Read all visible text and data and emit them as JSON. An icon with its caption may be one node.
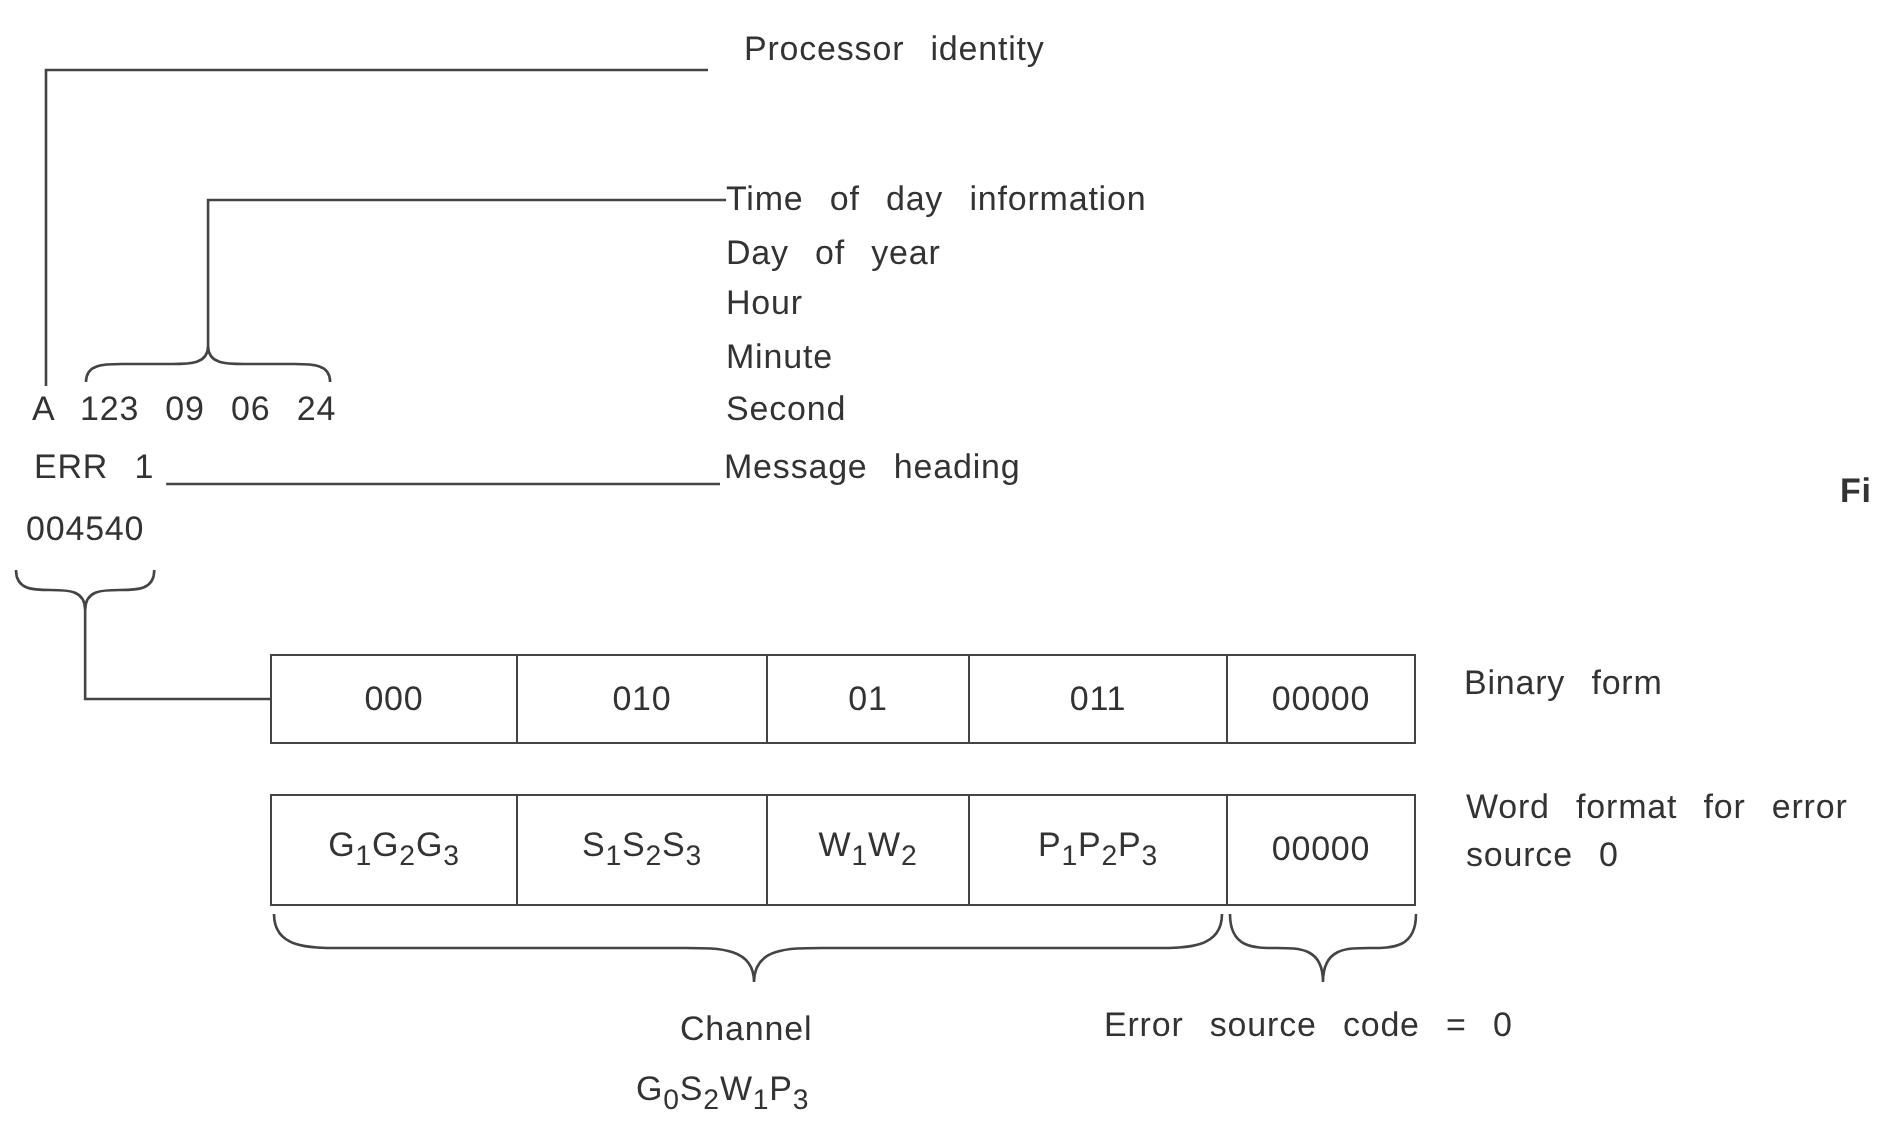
{
  "diagram": {
    "nodes": [
      {
        "text": [
          "Processor identity"
        ]
      },
      {
        "text": [
          "Time of day information"
        ]
      },
      {
        "text": [
          "Message heading"
        ]
      },
      {
        "text": [
          "A"
        ]
      },
      {
        "text": [
          "123 09 06 24"
        ]
      },
      {
        "text": [
          "ERR 1"
        ]
      },
      {
        "text": [
          "004540"
        ]
      },
      {
        "text": [
          "000"
        ]
      },
      {
        "text": [
          "010"
        ]
      },
      {
        "text": [
          "01"
        ]
      },
      {
        "text": [
          "011"
        ]
      },
      {
        "text": [
          "00000"
        ]
      },
      {
        "text": [
          "G$_{1}$G$_{2}$G$_{3}$"
        ]
      },
      {
        "text": [
          "S$_{1}$S$_{2}$S$_{3}$"
        ]
      },
      {
        "text": [
          "W$_{1}$W$_{2}$"
        ]
      },
      {
        "text": [
          "P$_{1}$P$_{2}$P$_{3}$"
        ]
      },
      {
        "text": [
          "00000"
        ]
      }
    ],
    "edges": [
      {
        "from": 3,
        "to": 0,
        "arrow": "none"
      },
      {
        "from": 4,
        "to": 1,
        "arrow": "none"
      },
      {
        "from": 5,
        "to": 2,
        "arrow": "none"
      },
      {
        "from": 6,
        "to": 7,
        "arrow": "none"
      }
    ],
    "labels": [
      "Day of year",
      "Hour",
      "Minute",
      "Second",
      "Fi",
      "Binary form",
      "Word format for error source 0",
      "Channel",
      "Error source code = 0",
      "G$_{0}$S$_{2}$W$_{1}$P$_{3}$"
    ]
  }
}
